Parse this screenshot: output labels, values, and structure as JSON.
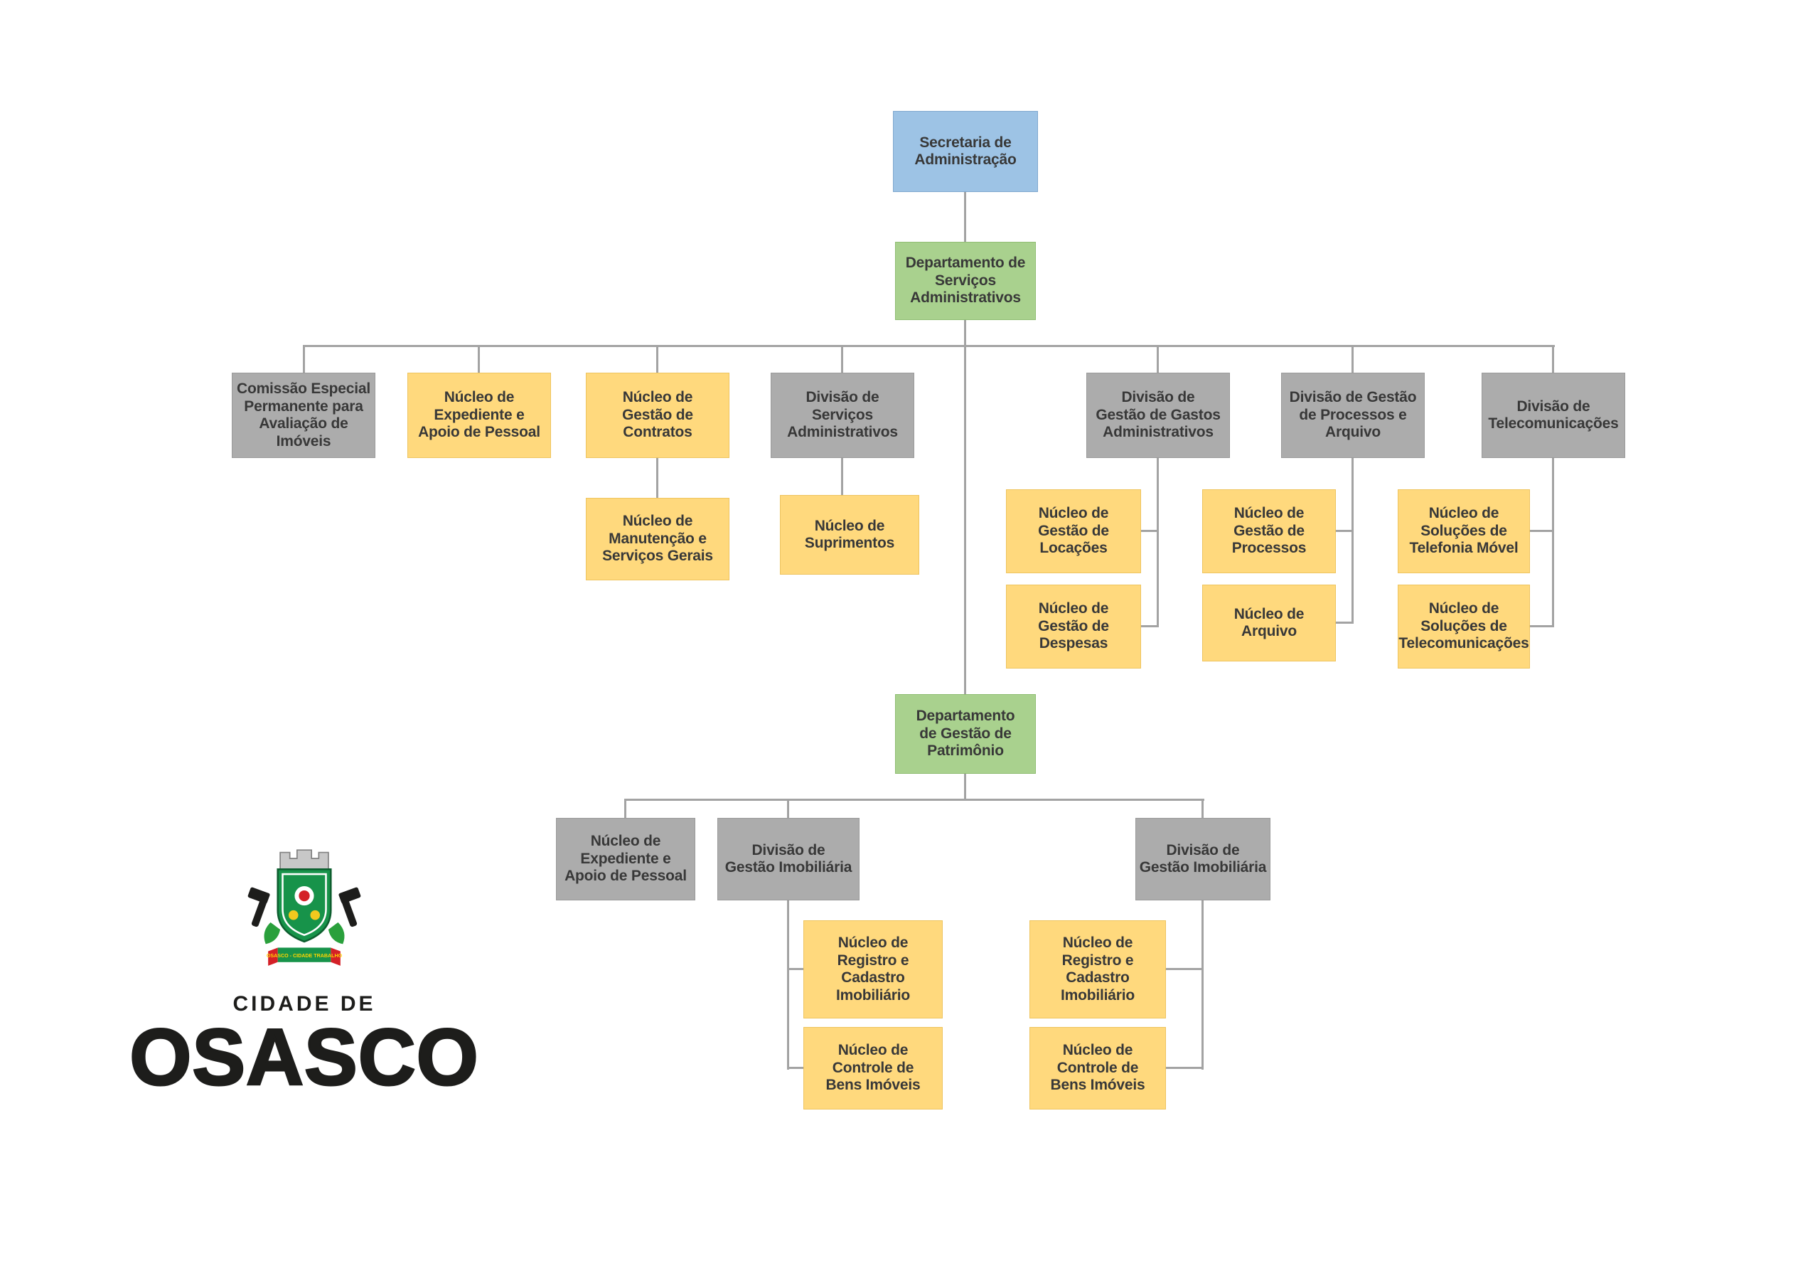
{
  "colors": {
    "root_box": "#9dc3e5",
    "department_box": "#a9d18e",
    "division_box": "#acacac",
    "nucleus_box": "#ffd97d",
    "connector": "#a3a3a3",
    "node_text": "#383838",
    "logo_text": "#1d1d1b"
  },
  "nodes": {
    "secretaria": "Secretaria de\nAdministração",
    "dept_servicos": "Departamento de\nServiços\nAdministrativos",
    "comissao_imoveis": "Comissão Especial\nPermanente para\nAvaliação de\nImóveis",
    "nucleo_expediente_1": "Núcleo de\nExpediente e\nApoio de Pessoal",
    "nucleo_contratos": "Núcleo de\nGestão de\nContratos",
    "div_servicos_adm": "Divisão de\nServiços\nAdministrativos",
    "div_gastos": "Divisão de\nGestão de Gastos\nAdministrativos",
    "div_processos_arquivo": "Divisão de Gestão\nde Processos e\nArquivo",
    "div_telecom": "Divisão de\nTelecomunicações",
    "nucleo_manutencao": "Núcleo de\nManutenção e\nServiços Gerais",
    "nucleo_suprimentos": "Núcleo de\nSuprimentos",
    "nucleo_locacoes": "Núcleo de\nGestão de\nLocações",
    "nucleo_despesas": "Núcleo de\nGestão de\nDespesas",
    "nucleo_processos": "Núcleo de\nGestão de\nProcessos",
    "nucleo_arquivo": "Núcleo de\nArquivo",
    "nucleo_telefonia_movel": "Núcleo de\nSoluções de\nTelefonia Móvel",
    "nucleo_sol_telecom": "Núcleo de\nSoluções de\nTelecomunicações",
    "dept_patrimonio": "Departamento\nde Gestão de\nPatrimônio",
    "nucleo_expediente_2": "Núcleo de\nExpediente e\nApoio de Pessoal",
    "div_imobiliaria_1": "Divisão de\nGestão Imobiliária",
    "div_imobiliaria_2": "Divisão de\nGestão Imobiliária",
    "nucleo_registro_1": "Núcleo de\nRegistro e\nCadastro\nImobiliário",
    "nucleo_controle_1": "Núcleo de\nControle de\nBens Imóveis",
    "nucleo_registro_2": "Núcleo de\nRegistro e\nCadastro\nImobiliário",
    "nucleo_controle_2": "Núcleo de\nControle de\nBens Imóveis"
  },
  "logo": {
    "city_label": "CIDADE DE",
    "city_name": "OSASCO",
    "ribbon_text": "OSASCO - CIDADE TRABALHO"
  }
}
